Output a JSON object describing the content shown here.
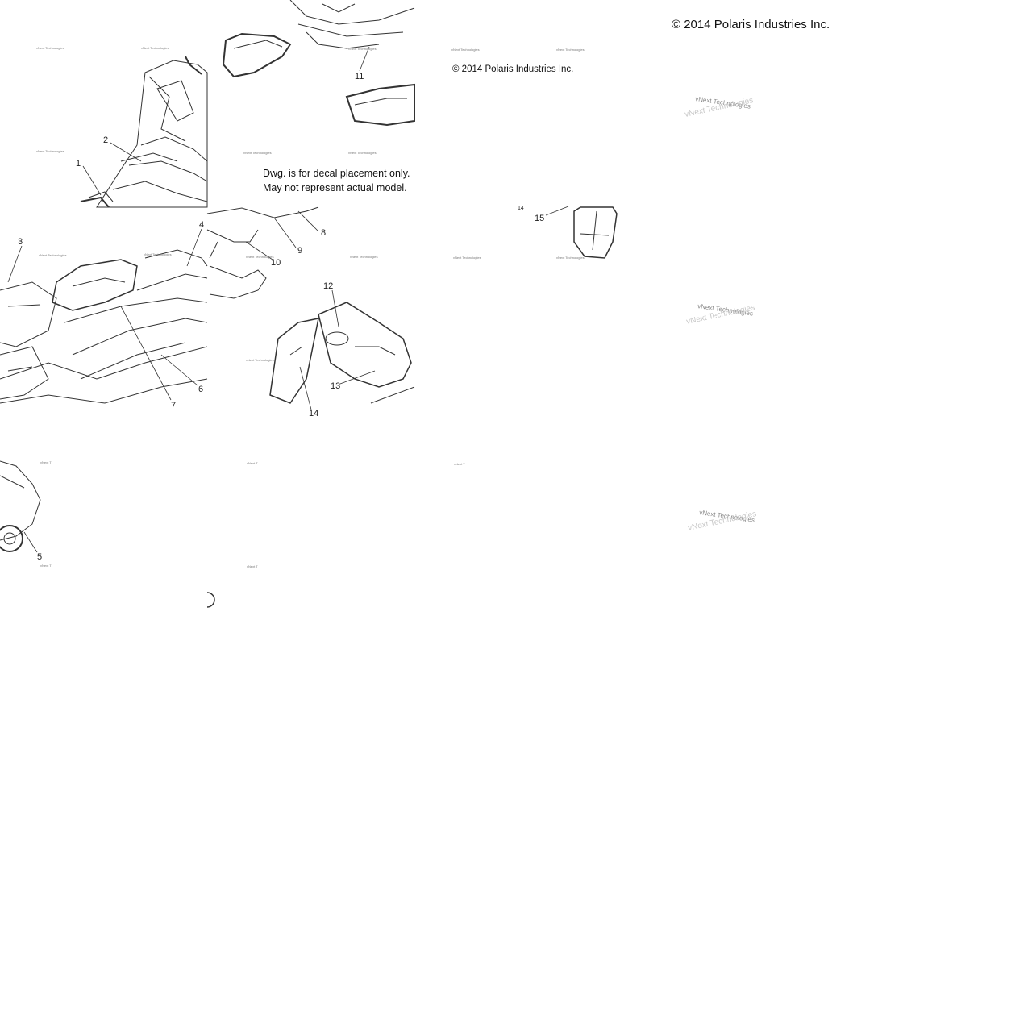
{
  "copyright_large": "© 2014 Polaris Industries Inc.",
  "copyright_small": "© 2014 Polaris Industries Inc.",
  "note_line_1": "Dwg. is for decal placement only.",
  "note_line_2": "May not represent actual model.",
  "watermark_small": "vNext Technologies",
  "watermark_large": "vNext Technologies",
  "watermark_tiny": "vNext T",
  "callouts": [
    "1",
    "2",
    "3",
    "4",
    "5",
    "6",
    "7",
    "8",
    "9",
    "10",
    "11",
    "12",
    "13",
    "14",
    "14",
    "15"
  ],
  "line_color": "#333333"
}
